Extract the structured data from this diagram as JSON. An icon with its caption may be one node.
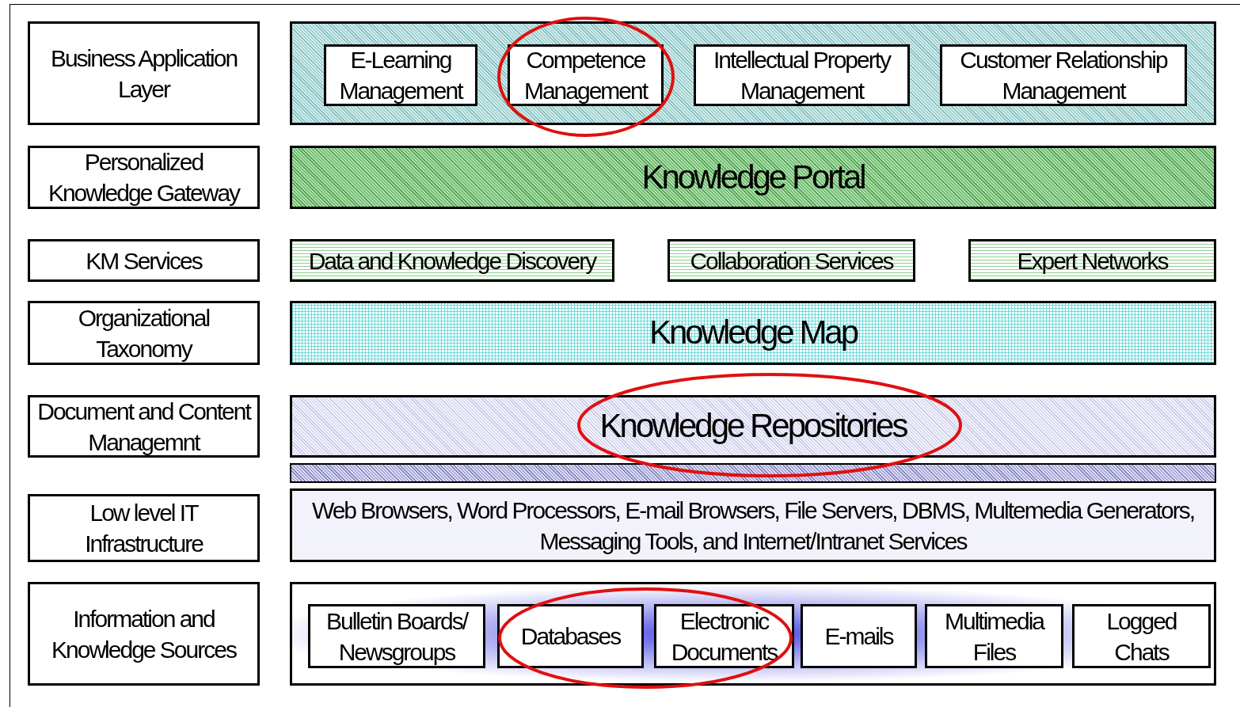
{
  "diagram": {
    "nodes": [
      {
        "text": [
          "Business Application Layer"
        ]
      },
      {
        "text": [],
        "shape": "box"
      },
      {
        "text": [
          "E-Learning Management"
        ],
        "in": 1
      },
      {
        "text": [
          "Competence Management"
        ],
        "in": 1
      },
      {
        "text": [
          "Intellectual Property Management"
        ],
        "in": 1
      },
      {
        "text": [
          "Customer Relationship Management"
        ],
        "in": 1
      },
      {
        "text": [
          "Personalized Knowledge Gateway"
        ]
      },
      {
        "text": [
          "Knowledge Portal"
        ]
      },
      {
        "text": [
          "KM Services"
        ]
      },
      {
        "text": [
          "Data and Knowledge Discovery"
        ]
      },
      {
        "text": [
          "Collaboration Services"
        ]
      },
      {
        "text": [
          "Expert Networks"
        ]
      },
      {
        "text": [
          "Organizational Taxonomy"
        ]
      },
      {
        "text": [
          "Knowledge Map"
        ]
      },
      {
        "text": [
          "Document and Content Managemnt"
        ]
      },
      {
        "text": [
          "Knowledge Repositories"
        ]
      },
      {
        "text": [],
        "shape": "bar"
      },
      {
        "text": [
          "Low level IT Infrastructure"
        ]
      },
      {
        "text": [
          "Web Browsers, Word Processors, E-mail Browsers, File Servers, DBMS, Multemedia Generators, Messaging Tools, and Internet/Intranet Services"
        ]
      },
      {
        "text": [
          "Information and Knowledge Sources"
        ]
      },
      {
        "text": [],
        "shape": "box"
      },
      {
        "text": [
          "Bulletin Boards/ Newsgroups"
        ],
        "in": 20
      },
      {
        "text": [
          "Databases"
        ],
        "in": 20
      },
      {
        "text": [
          "Electronic Documents"
        ],
        "in": 20
      },
      {
        "text": [
          "E-mails"
        ],
        "in": 20
      },
      {
        "text": [
          "Multimedia Files"
        ],
        "in": 20
      },
      {
        "text": [
          "Logged Chats"
        ],
        "in": 20
      }
    ],
    "edges": []
  }
}
